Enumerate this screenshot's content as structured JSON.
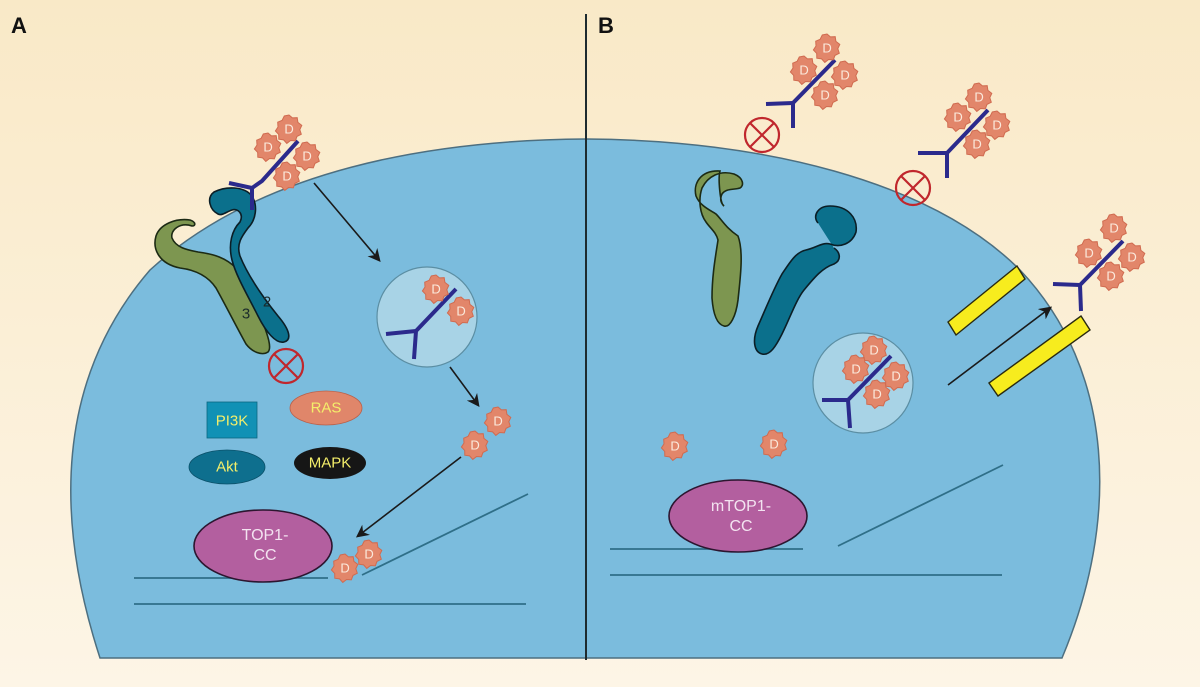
{
  "figure": {
    "panels": [
      {
        "id": "A",
        "label": "A",
        "receptors": [
          {
            "name": "HER3",
            "label": "3",
            "color": "#7d9650"
          },
          {
            "name": "HER2",
            "label": "2",
            "color": "#0b708c"
          }
        ],
        "signaling_nodes": [
          {
            "label": "PI3K",
            "shape": "square",
            "fill": "#1191b5",
            "text_color": "#f4ee6a"
          },
          {
            "label": "RAS",
            "shape": "ellipse",
            "fill": "#e0866a",
            "text_color": "#f4ee6a"
          },
          {
            "label": "Akt",
            "shape": "ellipse",
            "fill": "#0e6f8e",
            "text_color": "#f4ee6a"
          },
          {
            "label": "MAPK",
            "shape": "ellipse",
            "fill": "#161616",
            "text_color": "#f4ee6a"
          }
        ],
        "complex_label_line1": "TOP1-",
        "complex_label_line2": "CC",
        "payload_label": "D",
        "inhibition_symbol": "circled-x"
      },
      {
        "id": "B",
        "label": "B",
        "complex_label_line1": "mTOP1-",
        "complex_label_line2": "CC",
        "payload_label": "D",
        "inhibition_symbol": "circled-x",
        "efflux_pump_color": "#f7ec1e"
      }
    ],
    "colors": {
      "background_top": "#f9e9c7",
      "background_bottom": "#fdf5e6",
      "cell": "#7bbcdd",
      "cell_outline": "#4d6f80",
      "antibody": "#2b2a8c",
      "payload": "#e2866a",
      "payload_outline": "#d06b50",
      "endosome": "#a8d3e6",
      "top1cc": "#b35f9f",
      "dna": "#2f6f88",
      "inhibit": "#c0272d",
      "arrow": "#1a1a1a"
    }
  }
}
